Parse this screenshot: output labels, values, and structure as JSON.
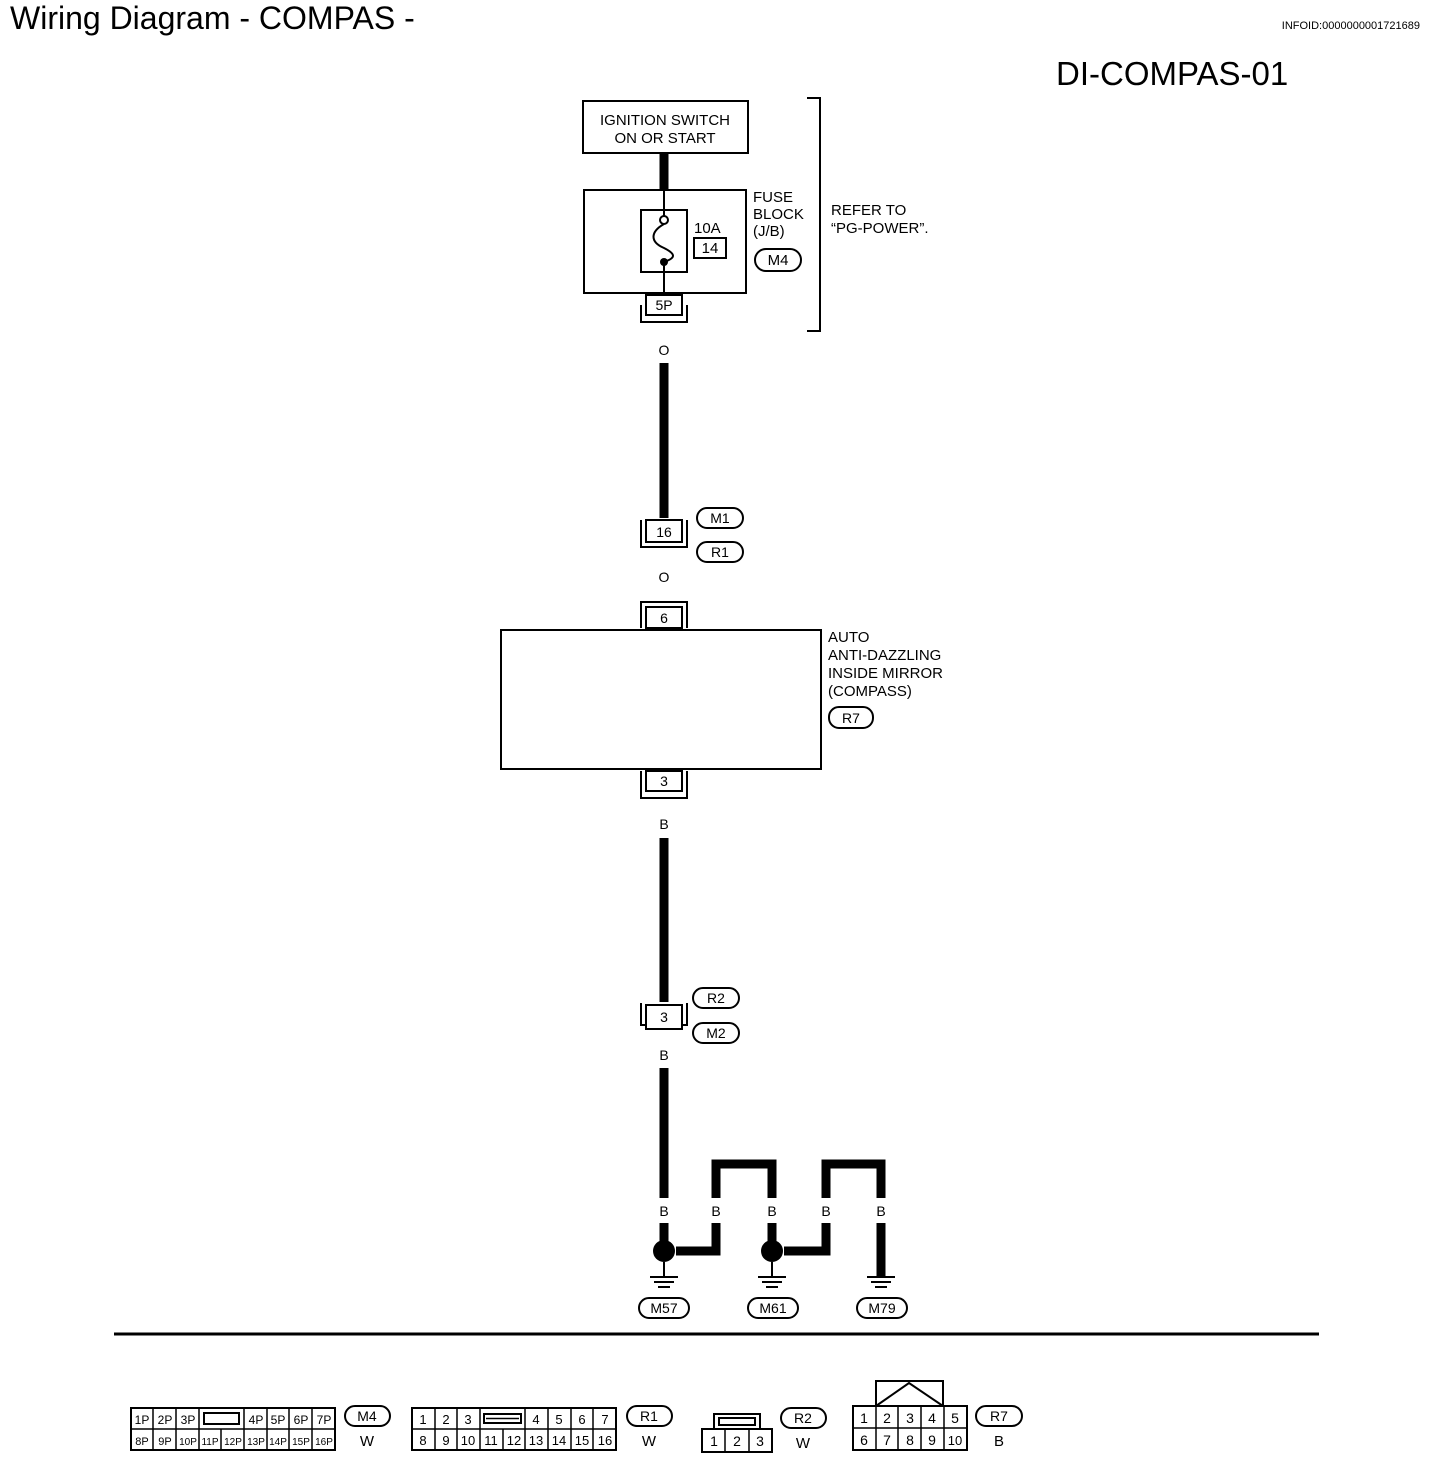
{
  "title": "Wiring Diagram - COMPAS -",
  "info_id": "INFOID:0000000001721689",
  "diagram_code": "DI-COMPAS-01",
  "power": {
    "ignition_switch_lines": [
      "IGNITION SWITCH",
      "ON OR START"
    ],
    "fuse_rating": "10A",
    "fuse_number": "14",
    "fuse_block_lines": [
      "FUSE",
      "BLOCK",
      "(J/B)"
    ],
    "fuse_block_connector": "M4",
    "fuse_block_terminal": "5P",
    "refer_lines": [
      "REFER TO",
      "“PG-POWER”."
    ]
  },
  "wires": {
    "power_color": "O",
    "ground_color": "B"
  },
  "joint_connector_1": {
    "terminal": "16",
    "connectors": [
      "M1",
      "R1"
    ]
  },
  "mirror": {
    "name_lines": [
      "AUTO",
      "ANTI-DAZZLING",
      "INSIDE MIRROR",
      "(COMPASS)"
    ],
    "connector": "R7",
    "power_terminal": "6",
    "ground_terminal": "3"
  },
  "joint_connector_2": {
    "terminal": "3",
    "connectors": [
      "R2",
      "M2"
    ]
  },
  "grounds": [
    "M57",
    "M61",
    "M79"
  ],
  "connector_faces": {
    "m4": {
      "id": "M4",
      "color": "W",
      "top_row": [
        "1P",
        "2P",
        "3P",
        "",
        "4P",
        "5P",
        "6P",
        "7P"
      ],
      "bottom_row": [
        "8P",
        "9P",
        "10P",
        "11P",
        "12P",
        "13P",
        "14P",
        "15P",
        "16P"
      ]
    },
    "r1": {
      "id": "R1",
      "color": "W",
      "top_row": [
        "1",
        "2",
        "3",
        "",
        "4",
        "5",
        "6",
        "7"
      ],
      "bottom_row": [
        "8",
        "9",
        "10",
        "11",
        "12",
        "13",
        "14",
        "15",
        "16"
      ]
    },
    "r2": {
      "id": "R2",
      "color": "W",
      "row": [
        "1",
        "2",
        "3"
      ]
    },
    "r7": {
      "id": "R7",
      "color": "B",
      "top_row": [
        "1",
        "2",
        "3",
        "4",
        "5"
      ],
      "bottom_row": [
        "6",
        "7",
        "8",
        "9",
        "10"
      ]
    }
  }
}
